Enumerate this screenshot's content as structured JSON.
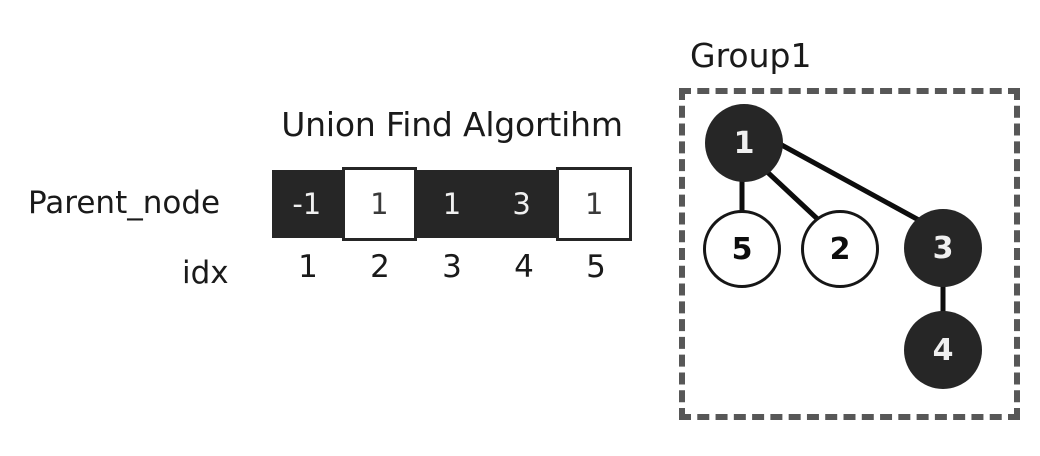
{
  "array_panel": {
    "title": "Union Find Algortihm",
    "parent_row_label": "Parent_node",
    "index_row_label": "idx",
    "cells": [
      {
        "value": "-1",
        "style": "dark"
      },
      {
        "value": "1",
        "style": "light"
      },
      {
        "value": "1",
        "style": "dark"
      },
      {
        "value": "3",
        "style": "dark"
      },
      {
        "value": "1",
        "style": "light"
      }
    ],
    "indices": [
      "1",
      "2",
      "3",
      "4",
      "5"
    ]
  },
  "group_panel": {
    "label": "Group1",
    "nodes": [
      {
        "id": "1",
        "label": "1",
        "style": "filled"
      },
      {
        "id": "5",
        "label": "5",
        "style": "hollow"
      },
      {
        "id": "2",
        "label": "2",
        "style": "hollow"
      },
      {
        "id": "3",
        "label": "3",
        "style": "filled"
      },
      {
        "id": "4",
        "label": "4",
        "style": "filled"
      }
    ],
    "edges": [
      {
        "from": "1",
        "to": "5"
      },
      {
        "from": "1",
        "to": "2"
      },
      {
        "from": "1",
        "to": "3"
      },
      {
        "from": "3",
        "to": "4"
      }
    ]
  },
  "colors": {
    "dark_fill": "#262626",
    "light_fill": "#ffffff",
    "dashed_border": "#575757",
    "text_dark": "#1a1a1a",
    "text_light": "#efefef"
  }
}
